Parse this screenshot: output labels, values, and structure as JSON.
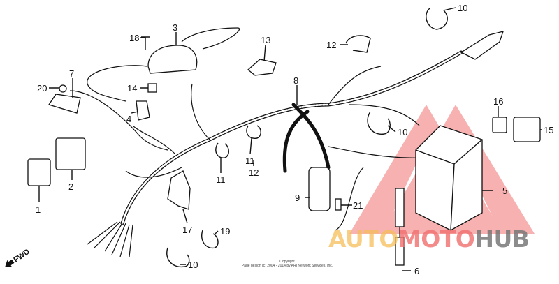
{
  "diagram": {
    "callouts": [
      "1",
      "2",
      "3",
      "4",
      "5",
      "6",
      "7",
      "8",
      "9",
      "10",
      "10",
      "10",
      "11",
      "11",
      "12",
      "12",
      "13",
      "14",
      "15",
      "16",
      "17",
      "18",
      "19",
      "20",
      "21"
    ],
    "direction_label": "FWD"
  },
  "copyright": {
    "line1": "Copyright",
    "line2": "Page design (c) 2004 - 2014 by ARI Network Services, Inc."
  },
  "watermark": {
    "part1": "AUTO",
    "part2": "MOTO",
    "part3": "HUB",
    "colors": {
      "auto": "#f6c46a",
      "moto": "#f27e7e",
      "hub": "#8a8a8a",
      "triangle": "#f27e7e"
    }
  }
}
